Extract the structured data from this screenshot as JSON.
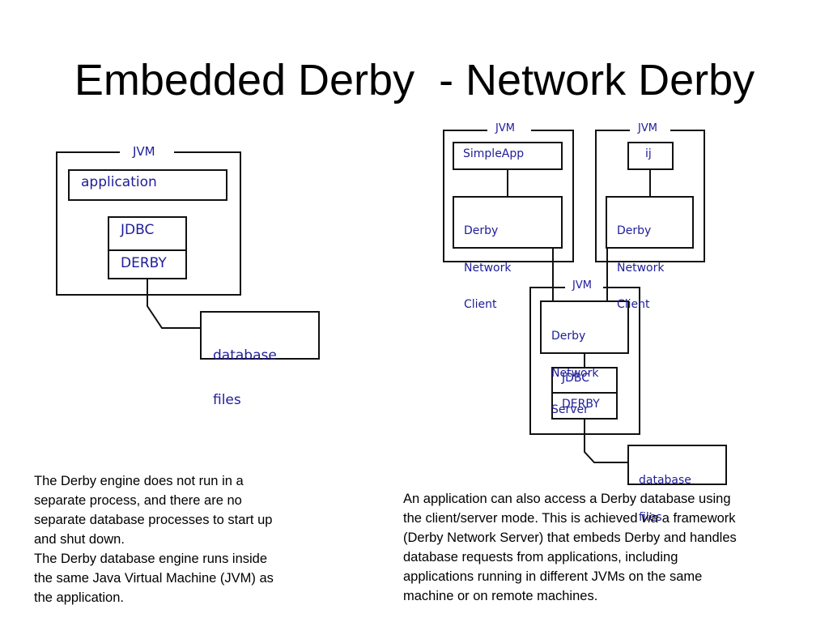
{
  "slide": {
    "title": "Embedded Derby  - Network Derby"
  },
  "diagram": {
    "embedded": {
      "jvm_label": "JVM",
      "application": "application",
      "jdbc": "JDBC",
      "derby": "DERBY",
      "database_files": [
        "database",
        "files"
      ]
    },
    "network": {
      "client_jvm_1": {
        "jvm_label": "JVM",
        "app": "SimpleApp",
        "client": [
          "Derby",
          "Network",
          "Client"
        ]
      },
      "client_jvm_2": {
        "jvm_label": "JVM",
        "app": "ij",
        "client": [
          "Derby",
          "Network",
          "Client"
        ]
      },
      "server_jvm": {
        "jvm_label": "JVM",
        "server": [
          "Derby",
          "Network",
          "Server"
        ],
        "jdbc": "JDBC",
        "derby": "DERBY"
      },
      "database_files": [
        "database",
        "files"
      ]
    }
  },
  "text": {
    "embedded_description": {
      "lines": [
        "The Derby engine does not run in a",
        "separate process,  and there are no",
        "separate database processes to start up",
        "and shut down.",
        "The Derby database engine runs inside",
        "the same Java Virtual Machine (JVM) as",
        "the application."
      ]
    },
    "network_description": {
      "line1": "An application can also access a Derby database using",
      "line2_before": "the client/server mode.  This is achieved ",
      "line2_italic": "via",
      "line2_after": " a framework",
      "line3": "(Derby Network Server) that embeds Derby and handles",
      "line4": "database requests from applications, including",
      "line5": "applications running in different JVMs on the same",
      "line6": "machine or on remote machines."
    }
  },
  "colors": {
    "label_text": "#1f1c99",
    "box_border": "#000000",
    "background": "#ffffff"
  }
}
